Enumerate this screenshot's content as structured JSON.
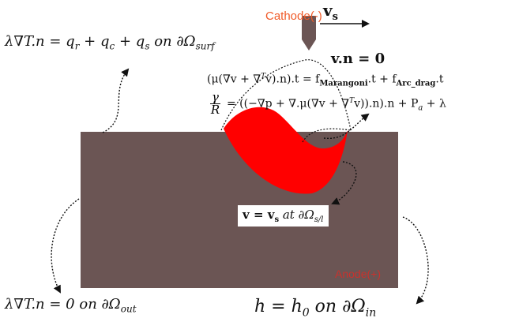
{
  "labels": {
    "cathode": "Cathode(-)",
    "anode": "Anode(+)",
    "velocity": "v",
    "velocity_sub": "s"
  },
  "equations": {
    "surface_heat": {
      "pre": "λ∇T.n = q",
      "r": "r",
      "plus1": " + q",
      "c": "c",
      "plus2": " + q",
      "s": "s",
      "on": " on ∂Ω",
      "sub": "surf"
    },
    "normal_velocity": "v.n = 0",
    "tangential": {
      "text": "(μ(∇v + ∇",
      "T": "T",
      "mid": "v).n).t = f",
      "marangoni": "Marangoni",
      "mid2": ".t + f",
      "arc": "Arc_drag",
      "end": ".t"
    },
    "normal_stress": {
      "num": "γ",
      "den": "R",
      "text": "= ((−∇p + ∇.μ(∇v + ∇",
      "T": "T",
      "end": "v)).n).n + P",
      "a": "a",
      "tail": " + λ"
    },
    "interface": {
      "text": "v = v",
      "s": "s",
      "at": " at ∂Ω",
      "sub": "s/l"
    },
    "outlet": {
      "text": "λ∇T.n = 0 on ∂Ω",
      "sub": "out"
    },
    "inlet": {
      "text": "h = h",
      "zero": "0",
      "on": " on ∂Ω",
      "sub": "in"
    }
  },
  "colors": {
    "workpiece": "#6b5554",
    "melt_pool": "#ff0000",
    "cathode": "#6b5554",
    "cathode_label": "#f05a28",
    "anode_label": "#c8322d"
  }
}
